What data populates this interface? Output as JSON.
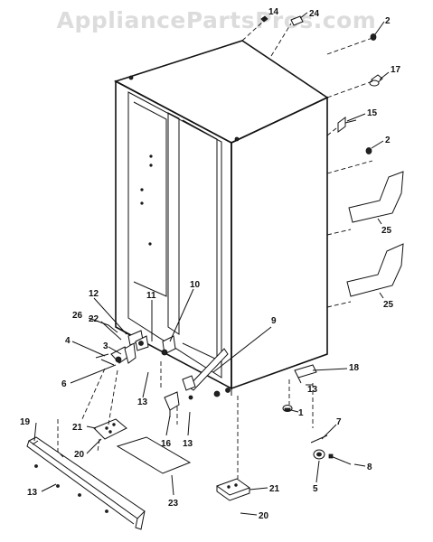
{
  "watermark": "AppliancePartsPros.com",
  "callouts": {
    "c14": "14",
    "c24": "24",
    "c2a": "2",
    "c17": "17",
    "c15": "15",
    "c2b": "2",
    "c25a": "25",
    "c25b": "25",
    "c12": "12",
    "c26": "26",
    "c22": "22",
    "c11": "11",
    "c10": "10",
    "c9": "9",
    "c4": "4",
    "c3": "3",
    "c6": "6",
    "c13a": "13",
    "c18": "18",
    "c13b": "13",
    "c1": "1",
    "c16": "16",
    "c13c": "13",
    "c19": "19",
    "c21a": "21",
    "c20a": "20",
    "c7": "7",
    "c8": "8",
    "c13d": "13",
    "c23": "23",
    "c5": "5",
    "c21b": "21",
    "c20b": "20"
  }
}
